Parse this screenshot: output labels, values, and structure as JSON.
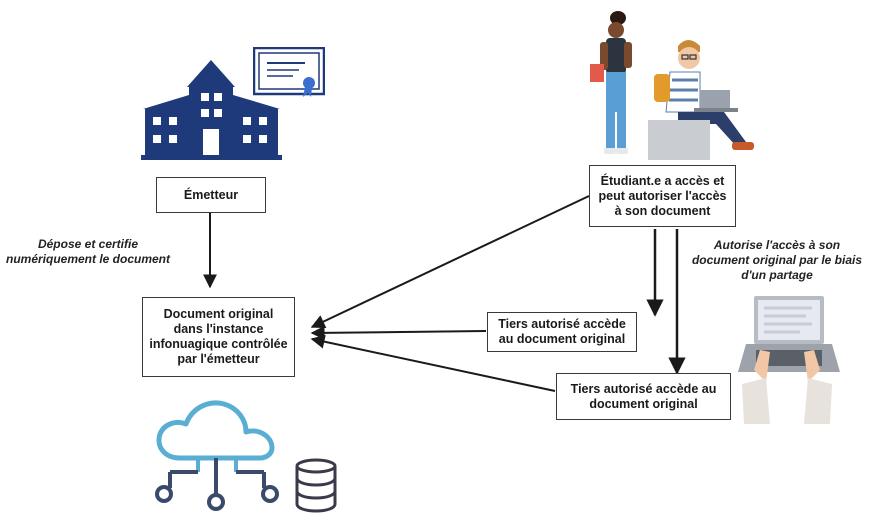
{
  "boxes": {
    "emetteur": "Émetteur",
    "document_original": "Document original dans l'instance infonuagique contrôlée par l'émetteur",
    "etudiant": "Étudiant.e a accès et peut autoriser l'accès à son document",
    "tiers_1": "Tiers autorisé accède au document original",
    "tiers_2": "Tiers autorisé accède au document original"
  },
  "notes": {
    "depose": "Dépose et certifie numériquement le document",
    "autorise": "Autorise l'accès à son document original par le biais d'un partage"
  },
  "colors": {
    "navy": "#1f3a7a",
    "cloud": "#5aaed4",
    "database": "#3a3a4a",
    "arrow": "#1a1a1a"
  },
  "icons": {
    "issuer": "school-building-icon",
    "certificate": "certificate-icon",
    "students": "students-illustration",
    "laptop": "laptop-typing-icon",
    "cloud": "cloud-network-icon",
    "database": "database-icon"
  }
}
